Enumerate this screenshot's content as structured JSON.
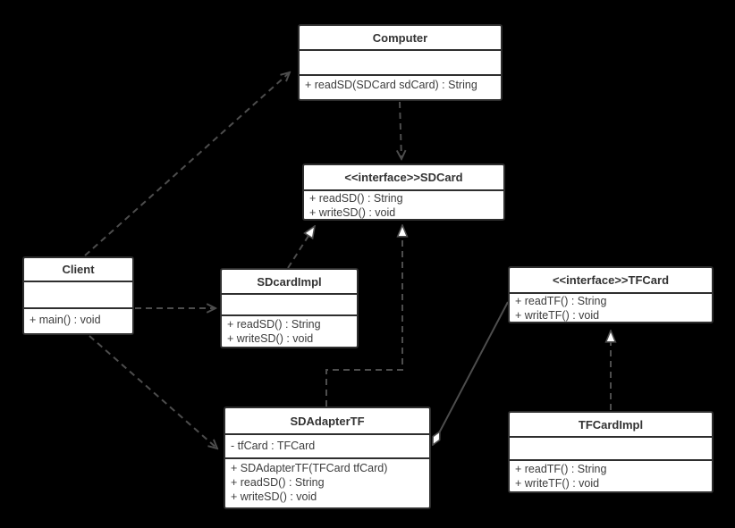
{
  "colors": {
    "background": "#000000",
    "box_fill": "#ffffff",
    "box_border": "#2e2e2e",
    "connector_line": "#4d4d4d",
    "text": "#3c3c3c"
  },
  "classes": {
    "computer": {
      "title": "Computer",
      "attributes": [],
      "methods": [
        "+ readSD(SDCard sdCard) : String"
      ]
    },
    "sdcard": {
      "title": "<<interface>>SDCard",
      "attributes": [],
      "methods": [
        "+ readSD() : String",
        "+ writeSD() : void"
      ]
    },
    "client": {
      "title": "Client",
      "attributes": [],
      "methods": [
        "+ main() : void"
      ]
    },
    "sdcardimpl": {
      "title": "SDcardImpl",
      "attributes": [],
      "methods": [
        "+ readSD() : String",
        "+ writeSD() : void"
      ]
    },
    "tfcard": {
      "title": "<<interface>>TFCard",
      "attributes": [],
      "methods": [
        "+ readTF() : String",
        "+ writeTF() : void"
      ]
    },
    "sdadaptertf": {
      "title": "SDAdapterTF",
      "attributes": [
        "- tfCard : TFCard"
      ],
      "methods": [
        "+ SDAdapterTF(TFCard tfCard)",
        "+ readSD() : String",
        "+ writeSD() : void"
      ]
    },
    "tfcardimpl": {
      "title": "TFCardImpl",
      "attributes": [],
      "methods": [
        "+ readTF() : String",
        "+ writeTF() : void"
      ]
    }
  },
  "relationships": [
    {
      "from": "Client",
      "to": "Computer",
      "type": "dependency",
      "line": "dashed",
      "head": "open-arrow"
    },
    {
      "from": "Computer",
      "to": "SDCard",
      "type": "dependency",
      "line": "dashed",
      "head": "open-arrow"
    },
    {
      "from": "SDcardImpl",
      "to": "SDCard",
      "type": "realization",
      "line": "dashed",
      "head": "hollow-triangle"
    },
    {
      "from": "SDAdapterTF",
      "to": "SDCard",
      "type": "realization",
      "line": "dashed",
      "head": "hollow-triangle"
    },
    {
      "from": "Client",
      "to": "SDcardImpl",
      "type": "dependency",
      "line": "dashed",
      "head": "open-arrow"
    },
    {
      "from": "Client",
      "to": "SDAdapterTF",
      "type": "dependency",
      "line": "dashed",
      "head": "open-arrow"
    },
    {
      "from": "SDAdapterTF",
      "to": "TFCard",
      "type": "aggregation",
      "line": "solid",
      "head": "hollow-diamond-at-adapter"
    },
    {
      "from": "TFCardImpl",
      "to": "TFCard",
      "type": "realization",
      "line": "dashed",
      "head": "hollow-triangle"
    }
  ]
}
